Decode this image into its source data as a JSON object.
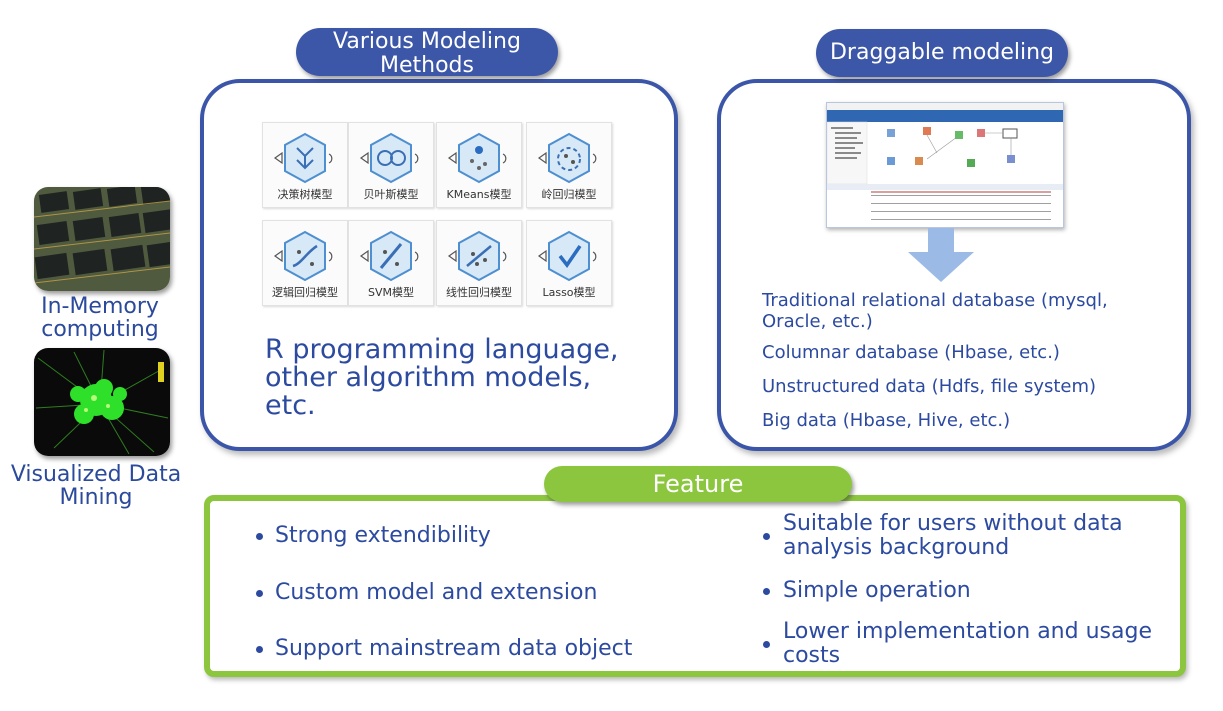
{
  "sidebar": {
    "memory_label": "In-Memory computing",
    "memory_image": "memory-chip-photo",
    "mining_label": "Visualized Data Mining",
    "mining_image": "network-visualization"
  },
  "modeling_methods": {
    "title": "Various Modeling Methods",
    "models": [
      {
        "label": "决策树模型",
        "icon": "decision-tree-icon"
      },
      {
        "label": "贝叶斯模型",
        "icon": "bayes-icon"
      },
      {
        "label": "KMeans模型",
        "icon": "kmeans-icon"
      },
      {
        "label": "岭回归模型",
        "icon": "ridge-regression-icon"
      },
      {
        "label": "逻辑回归模型",
        "icon": "logistic-regression-icon"
      },
      {
        "label": "SVM模型",
        "icon": "svm-icon"
      },
      {
        "label": "线性回归模型",
        "icon": "linear-regression-icon"
      },
      {
        "label": "Lasso模型",
        "icon": "lasso-icon"
      }
    ],
    "caption": "R programming language, other algorithm models, etc."
  },
  "draggable_modeling": {
    "title": "Draggable modeling",
    "screenshot": "modeling-app-screenshot",
    "arrow": "down-arrow-icon",
    "data_sources": [
      "Traditional relational database (mysql, Oracle, etc.)",
      "Columnar database (Hbase, etc.)",
      "Unstructured data (Hdfs, file system)",
      "Big data (Hbase, Hive, etc.)"
    ]
  },
  "feature": {
    "title": "Feature",
    "left": [
      "Strong extendibility",
      "Custom model and extension",
      "Support mainstream data object"
    ],
    "right": [
      "Suitable for users without data analysis background",
      "Simple operation",
      "Lower implementation and usage costs"
    ]
  },
  "colors": {
    "primary_blue": "#3d57a8",
    "text_blue": "#2c4a9f",
    "feature_green": "#8cc63f"
  }
}
